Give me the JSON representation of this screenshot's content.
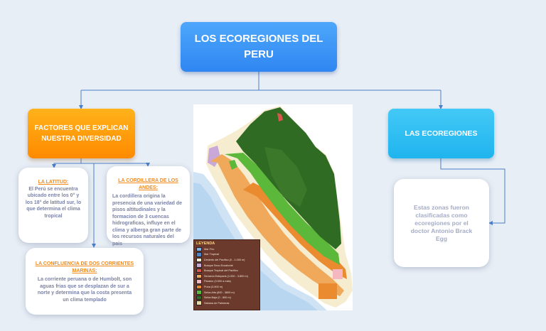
{
  "root": {
    "title": "LOS ECOREGIONES DEL PERU"
  },
  "factors": {
    "title": "FACTORES QUE EXPLICAN NUESTRA DIVERSIDAD",
    "latitude": {
      "title": "LA LATITUD:",
      "text": "El Perú se encuentra ubicado entre los 0° y los 18° de latitud sur, lo que determina el clima tropical"
    },
    "andes": {
      "title": "LA CORDILLERA DE LOS ANDES:",
      "text": "La cordillera origina la presencia de una variedad de pisos altitudinales y la formacion de 3 cuencas hidrograficas, influye en el clima y alberga gran parte de los recursos naturales del pais"
    },
    "currents": {
      "title": "LA CONFLUENCIA DE DOS CORRIENTES MARINAS:",
      "text": "La corriente peruana o de Humbolt, son aguas frias que se desplazan de sur a norte y determina que la costa presenta un clima templado"
    }
  },
  "ecoregions": {
    "title": "LAS ECOREGIONES",
    "text": "Estas zonas fueron clasificadas como ecoregiones por el doctor Antonio Brack Egg"
  },
  "legend": {
    "title": "LEYENDA",
    "items": [
      {
        "label": "Mar Frío",
        "color": "#7fb2e8"
      },
      {
        "label": "Mar Tropical",
        "color": "#4e86c9"
      },
      {
        "label": "Desierto del Pacifico (0 - 1.000 m)",
        "color": "#f6ecd0"
      },
      {
        "label": "Bosque Seco Ecuatorial",
        "color": "#c9a7d6"
      },
      {
        "label": "Bosque Tropical del Pacifico",
        "color": "#d9564a"
      },
      {
        "label": "Serranía Esteparia (1.000 - 3.800 m)",
        "color": "#f0a85a"
      },
      {
        "label": "Páramo (3.500 a más)",
        "color": "#f5b8c0"
      },
      {
        "label": "Puna (3.800 m)",
        "color": "#e98b2e"
      },
      {
        "label": "Selva Alta (800 - 3800 m)",
        "color": "#5cb83a"
      },
      {
        "label": "Selva Baja (0 - 800 m)",
        "color": "#2f6b23"
      },
      {
        "label": "Sabana de Palmeras",
        "color": "#e8d9a0"
      }
    ]
  }
}
